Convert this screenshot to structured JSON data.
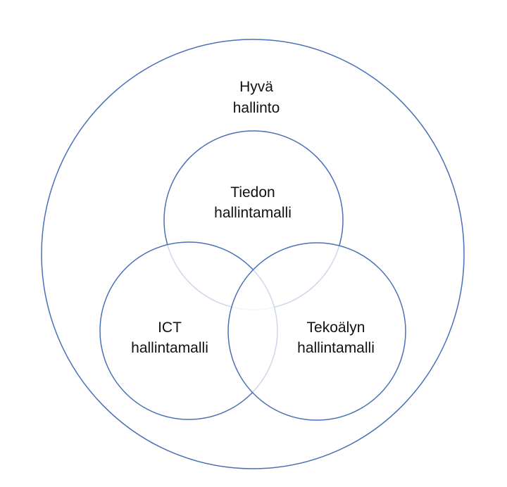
{
  "diagram": {
    "outer": {
      "line1": "Hyvä",
      "line2": "hallinto"
    },
    "top": {
      "line1": "Tiedon",
      "line2": "hallintamalli"
    },
    "left": {
      "line1": "ICT",
      "line2": "hallintamalli"
    },
    "right": {
      "line1": "Tekoälyn",
      "line2": "hallintamalli"
    }
  },
  "colors": {
    "stroke": "#4a70b8"
  }
}
